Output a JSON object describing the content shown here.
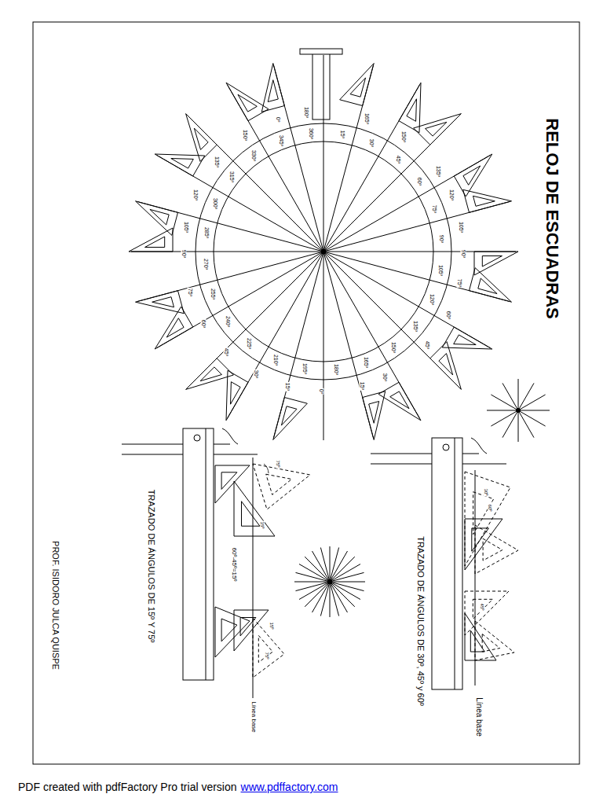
{
  "diagram": {
    "title": "RELOJ DE ESCUADRAS",
    "caption": "PDF created with pdfFactory Pro trial version",
    "labels": [
      "180º",
      "0º",
      "150º",
      "135º",
      "120º",
      "105º",
      "90º",
      "75º",
      "60º",
      "45º",
      "30º",
      "15º",
      "0º",
      "15º",
      "30º",
      "45º",
      "60º",
      "75º",
      "90º",
      "105º",
      "120º",
      "135º",
      "150º",
      "165º",
      "360º",
      "15º",
      "30º",
      "45º",
      "60º",
      "75º",
      "90º",
      "105º",
      "120º",
      "135º",
      "150º",
      "165º",
      "180º",
      "195º",
      "210º",
      "225º",
      "240º",
      "255º",
      "270º",
      "285º",
      "300º",
      "315º",
      "330º",
      "345º",
      "TRAZADO DE ÁNGULOS DE 15º Y 75º",
      "60º-45º=15º",
      "Línea base",
      "75º",
      "15º",
      "15º",
      "75º",
      "TRAZADO DE ÁNGULOS DE 30º, 45º y 60º",
      "Línea base",
      "30º",
      "60º",
      "45º",
      "PROF. ISIDORO JULCA QUISPE",
      "www.pdffactory.com"
    ]
  }
}
